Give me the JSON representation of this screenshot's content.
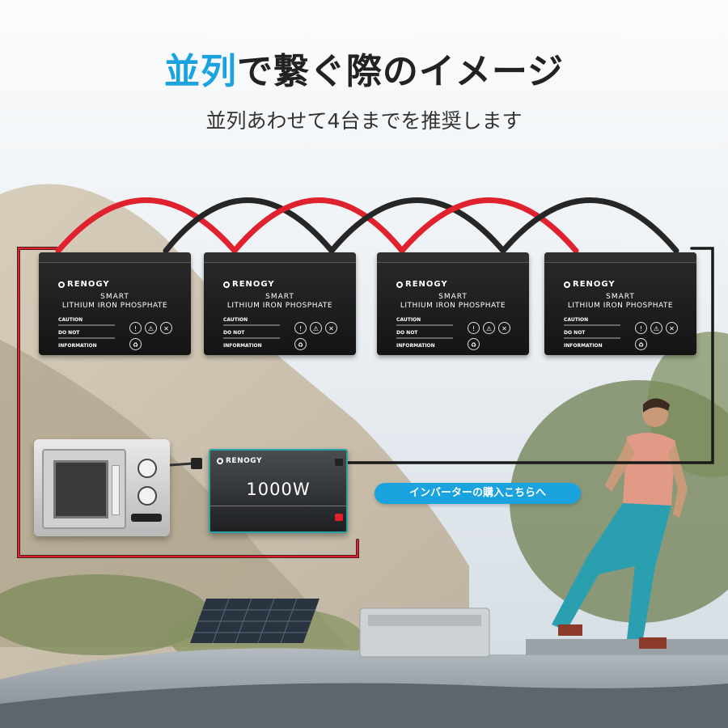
{
  "header": {
    "title_accent": "並列",
    "title_rest": "で繋ぐ際のイメージ",
    "subtitle": "並列あわせて4台までを推奨します"
  },
  "batteries": [
    {
      "brand": "RENOGY",
      "smart": "SMART",
      "type": "LITHIUM IRON PHOSPHATE",
      "caution": "CAUTION",
      "donot": "DO NOT",
      "info": "INFORMATION"
    },
    {
      "brand": "RENOGY",
      "smart": "SMART",
      "type": "LITHIUM IRON PHOSPHATE",
      "caution": "CAUTION",
      "donot": "DO NOT",
      "info": "INFORMATION"
    },
    {
      "brand": "RENOGY",
      "smart": "SMART",
      "type": "LITHIUM IRON PHOSPHATE",
      "caution": "CAUTION",
      "donot": "DO NOT",
      "info": "INFORMATION"
    },
    {
      "brand": "RENOGY",
      "smart": "SMART",
      "type": "LITHIUM IRON PHOSPHATE",
      "caution": "CAUTION",
      "donot": "DO NOT",
      "info": "INFORMATION"
    }
  ],
  "inverter": {
    "brand": "RENOGY",
    "power": "1000W"
  },
  "cta": {
    "label": "インバーターの購入こちらへ"
  },
  "colors": {
    "accent": "#1aa3df",
    "positive_wire": "#e0222e",
    "negative_wire": "#1a1a1a",
    "inverter_trim": "#2aa2a5"
  },
  "icons": [
    "renogy-logo-icon",
    "microwave-icon",
    "hazard-icon"
  ]
}
